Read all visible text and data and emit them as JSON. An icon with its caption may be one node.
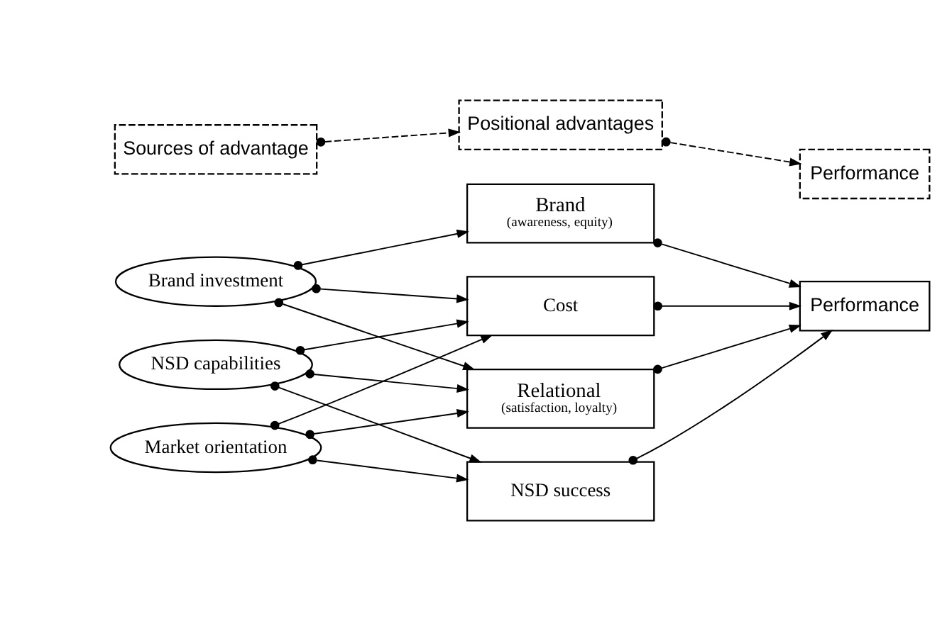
{
  "diagram": {
    "nodes": [
      {
        "text": [
          "Sources of advantage"
        ]
      },
      {
        "text": [
          "Positional advantages"
        ]
      },
      {
        "text": [
          "Performance"
        ]
      },
      {
        "text": [
          "Market orientation"
        ]
      },
      {
        "text": [
          "NSD capabilities"
        ]
      },
      {
        "text": [
          "Brand investment"
        ]
      },
      {
        "text": [
          "Cost"
        ]
      },
      {
        "text": [
          "Relational",
          "(satisfaction, loyalty)"
        ]
      },
      {
        "text": [
          "Brand",
          "(awareness, equity)"
        ]
      },
      {
        "text": [
          "NSD success"
        ]
      },
      {
        "text": [
          "Performance"
        ]
      }
    ],
    "edges": [
      {
        "from": 0,
        "to": 1,
        "arrow": "to",
        "style": "dashed"
      },
      {
        "from": 1,
        "to": 2,
        "arrow": "to",
        "style": "dashed"
      },
      {
        "from": 3,
        "to": 6,
        "arrow": "to"
      },
      {
        "from": 3,
        "to": 7,
        "arrow": "to"
      },
      {
        "from": 3,
        "to": 9,
        "arrow": "to"
      },
      {
        "from": 4,
        "to": 6,
        "arrow": "to"
      },
      {
        "from": 4,
        "to": 7,
        "arrow": "to"
      },
      {
        "from": 4,
        "to": 9,
        "arrow": "to"
      },
      {
        "from": 5,
        "to": 6,
        "arrow": "to"
      },
      {
        "from": 5,
        "to": 7,
        "arrow": "to"
      },
      {
        "from": 5,
        "to": 8,
        "arrow": "to"
      },
      {
        "from": 6,
        "to": 10,
        "arrow": "to"
      },
      {
        "from": 7,
        "to": 10,
        "arrow": "to"
      },
      {
        "from": 8,
        "to": 10,
        "arrow": "to"
      },
      {
        "from": 9,
        "to": 10,
        "arrow": "to"
      }
    ]
  }
}
